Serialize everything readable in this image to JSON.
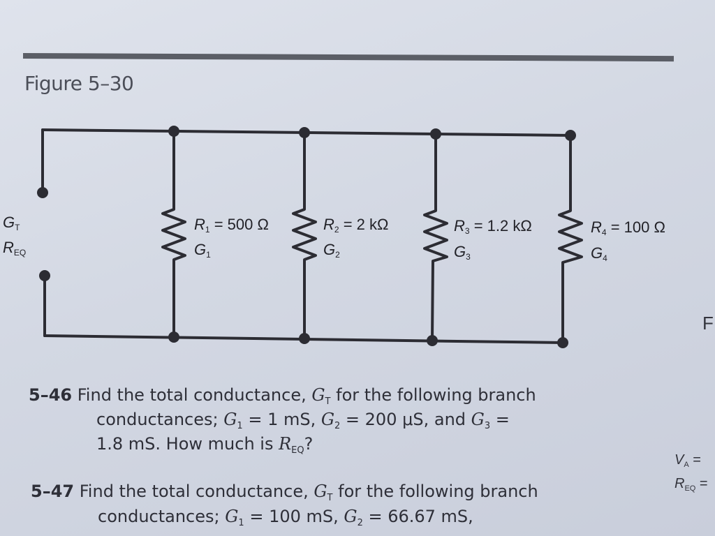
{
  "figure": {
    "title": "Figure 5–30"
  },
  "terminal": {
    "g_sym": "G",
    "g_sub": "T",
    "r_sym": "R",
    "r_sub": "EQ"
  },
  "resistors": [
    {
      "r_sym": "R",
      "r_sub": "1",
      "r_value": "= 500 Ω",
      "g_sym": "G",
      "g_sub": "1"
    },
    {
      "r_sym": "R",
      "r_sub": "2",
      "r_value": "= 2 kΩ",
      "g_sym": "G",
      "g_sub": "2"
    },
    {
      "r_sym": "R",
      "r_sub": "3",
      "r_value": "= 1.2 kΩ",
      "g_sym": "G",
      "g_sub": "3"
    },
    {
      "r_sym": "R",
      "r_sub": "4",
      "r_value": "= 100 Ω",
      "g_sym": "G",
      "g_sub": "4"
    }
  ],
  "problems": {
    "p46": {
      "number": "5–46",
      "l1a": "Find the total conductance, ",
      "l1v": "G",
      "l1s": "T",
      "l1b": " for the following branch",
      "l2a": "conductances; ",
      "l2v1": "G",
      "l2s1": "1",
      "l2b": " = 1 mS, ",
      "l2v2": "G",
      "l2s2": "2",
      "l2c": " = 200 μS, and ",
      "l2v3": "G",
      "l2s3": "3",
      "l2d": " =",
      "l3a": "1.8 mS. How much is ",
      "l3v": "R",
      "l3s": "EQ",
      "l3b": "?"
    },
    "p47": {
      "number": "5–47",
      "l1a": "Find the total conductance, ",
      "l1v": "G",
      "l1s": "T",
      "l1b": " for the following branch",
      "l2a": "conductances; ",
      "l2v1": "G",
      "l2s1": "1",
      "l2b": " = 100 mS, ",
      "l2v2": "G",
      "l2s2": "2",
      "l2c": " = 66.67 mS,"
    }
  },
  "edge_notes": {
    "va_sym": "V",
    "va_sub": "A",
    "va_tail": " =",
    "req_sym": "R",
    "req_sub": "EQ",
    "req_tail": " =",
    "f_text": "F"
  }
}
